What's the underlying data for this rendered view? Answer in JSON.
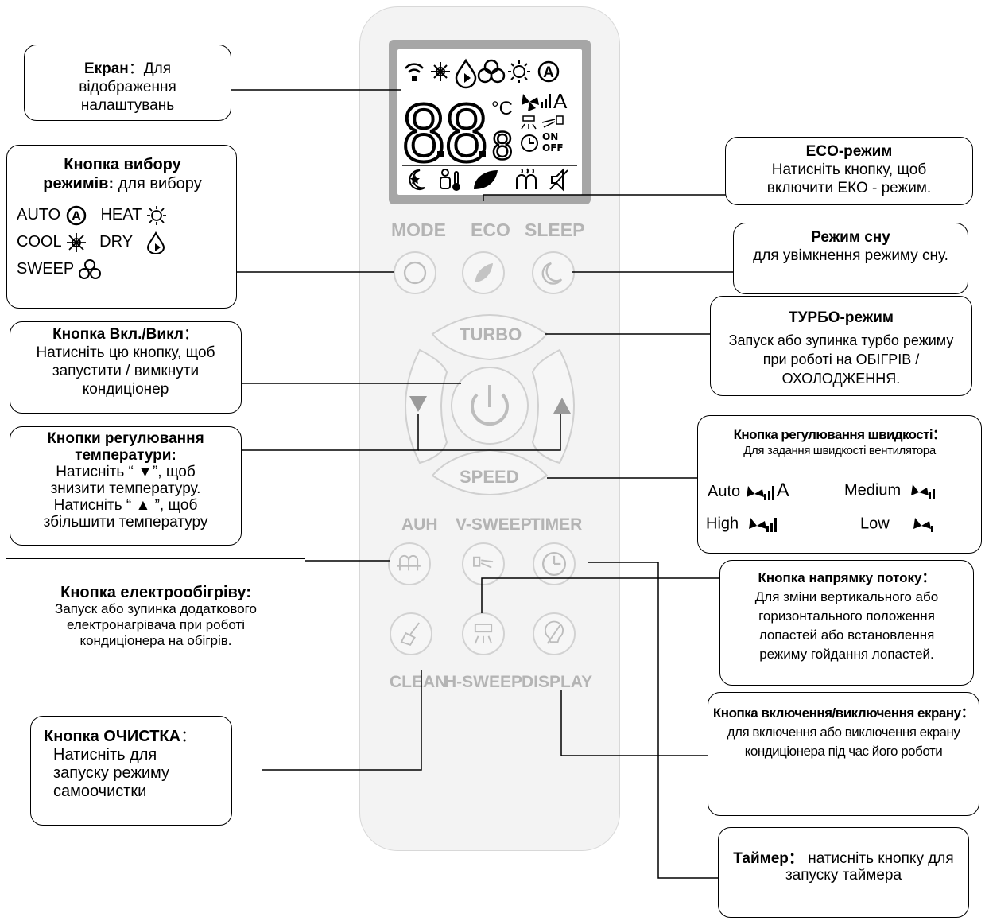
{
  "remote": {
    "labels": {
      "mode": "MODE",
      "eco": "ECO",
      "sleep": "SLEEP",
      "turbo": "TURBO",
      "speed": "SPEED",
      "auh": "AUH",
      "vsweep": "V-SWEEP",
      "timer": "TIMER",
      "clean": "CLEAN",
      "hsweep": "H-SWEEP",
      "display": "DISPLAY"
    },
    "lcd": {
      "digits": "88",
      "small_digit": "8",
      "temp_unit": "°C",
      "fan_auto": "A",
      "on": "ON",
      "off": "OFF"
    }
  },
  "callouts": {
    "screen": {
      "title": "Екран",
      "sep": "：",
      "text_inline": "Для",
      "text": "відображення налаштувань"
    },
    "mode": {
      "title": "Кнопка вибору",
      "title2": "режимів:",
      "text": "для вибору",
      "auto": "AUTO",
      "heat": "HEAT",
      "cool": "COOL",
      "dry": "DRY",
      "sweep": "SWEEP"
    },
    "power": {
      "title": "Кнопка Вкл./Викл",
      "sep": "：",
      "text": "Натисніть цю кнопку, щоб запустити / вимкнути кондиціонер"
    },
    "temp": {
      "title": "Кнопки регулювання температури:",
      "line1": "Натисніть “ ▼”, щоб",
      "line2": "знизити температуру.",
      "line3": "Натисніть “ ▲ ”, щоб",
      "line4": "збільшити температуру"
    },
    "auh": {
      "title": "Кнопка електрообігріву:",
      "text": "Запуск або зупинка додаткового електронагрівача при роботі кондиціонера на обігрів."
    },
    "clean": {
      "title": "Кнопка ОЧИСТКА",
      "sep": "：",
      "text": "Натисніть для запуску режиму самоочистки"
    },
    "eco": {
      "title": "ECO-режим",
      "text": "Натисніть кнопку, щоб включити ЕКО - режим."
    },
    "sleep": {
      "title": "Режим сну",
      "text": "для увімкнення режиму сну."
    },
    "turbo": {
      "title": "ТУРБО-режим",
      "text": "Запуск або зупинка турбо режиму  при роботі на ОБІГРІВ / ОХОЛОДЖЕННЯ."
    },
    "speed": {
      "title": "Кнопка регулювання швидкості",
      "sep": "：",
      "text": "Для задання швидкості вентилятора",
      "auto": "Auto",
      "medium": "Medium",
      "high": "High",
      "low": "Low",
      "auto_symbol": "A"
    },
    "flow": {
      "title": "Кнопка напрямку потоку",
      "sep": "：",
      "text": "Для зміни вертикального або горизонтального положення лопастей або встановлення режиму гойдання лопастей."
    },
    "display": {
      "title": "Кнопка включення/виключення екрану",
      "sep": "：",
      "text": "для включення або виключення екрану кондиціонера під час його роботи"
    },
    "timer": {
      "title": "Таймер",
      "sep": "：",
      "text": "натисніть кнопку для запуску таймера"
    }
  }
}
